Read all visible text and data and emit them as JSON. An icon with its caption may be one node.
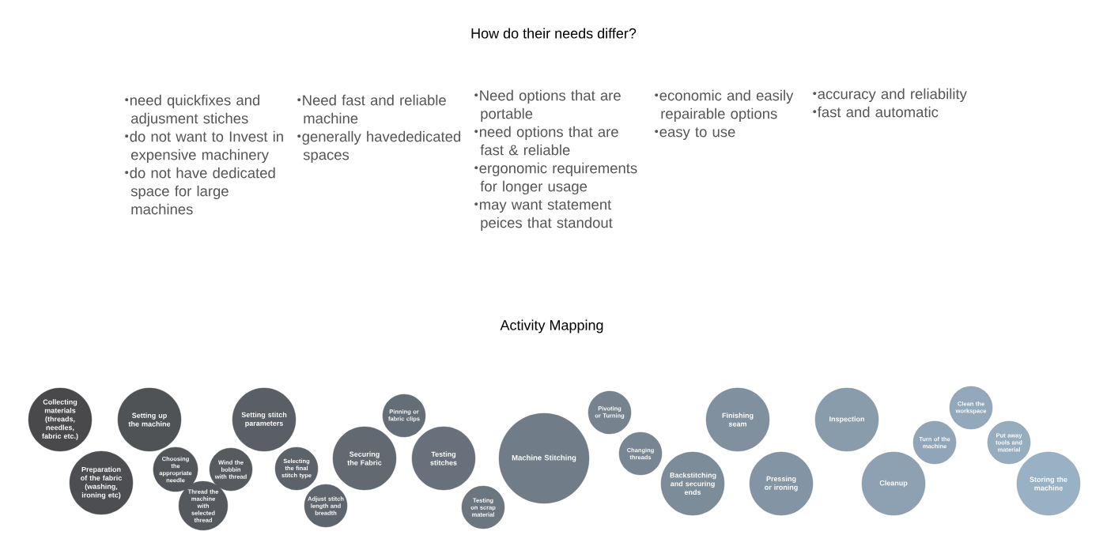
{
  "diagram": {
    "title": "How do their needs differ?",
    "nodes": [
      {
        "text": [
          "Collecting materials (threads, needles, fabric etc.)"
        ]
      },
      {
        "text": [
          "Preparation of the fabric (washing, ironing etc)"
        ]
      },
      {
        "text": [
          "Setting up the machine"
        ]
      },
      {
        "text": [
          "Choosing the appropriate needle"
        ]
      },
      {
        "text": [
          "Thread the machine with selected thread"
        ]
      },
      {
        "text": [
          "Wind the bobbin with thread"
        ]
      },
      {
        "text": [
          "Setting stitch parameters"
        ]
      },
      {
        "text": [
          "Selecting the final stitch type"
        ]
      },
      {
        "text": [
          "Adjust stitch length and breadth"
        ]
      },
      {
        "text": [
          "Securing the Fabric"
        ]
      },
      {
        "text": [
          "Pinning or fabric clips"
        ]
      },
      {
        "text": [
          "Testing stitches"
        ]
      },
      {
        "text": [
          "Testing on scrap material"
        ]
      },
      {
        "text": [
          "Machine Stitching"
        ]
      },
      {
        "text": [
          "Pivoting or Turning"
        ]
      },
      {
        "text": [
          "Changing threads"
        ]
      },
      {
        "text": [
          "Finishing seam"
        ]
      },
      {
        "text": [
          "Backstitching and securing ends"
        ]
      },
      {
        "text": [
          "Pressing or ironing"
        ]
      },
      {
        "text": [
          "Inspection"
        ]
      },
      {
        "text": [
          "Turn of the machine"
        ]
      },
      {
        "text": [
          "Clean the workspace"
        ]
      },
      {
        "text": [
          "Cleanup"
        ]
      },
      {
        "text": [
          "Put away tools and material"
        ]
      },
      {
        "text": [
          "Storing the machine"
        ]
      }
    ],
    "labels": [
      "need quickfixes and adjusment stiches",
      "do not want to Invest in expensive machinery",
      "do not have dedicated space for large machines",
      "Need fast and reliable machine",
      "generally havededicated spaces",
      "Need options that are portable",
      "need options that are fast & reliable",
      "ergonomic requirements for longer usage",
      "may want statement peices that standout",
      "economic and easily repairable options",
      "easy to use",
      "accuracy and reliability",
      "fast and automatic",
      "Activity Mapping"
    ]
  }
}
